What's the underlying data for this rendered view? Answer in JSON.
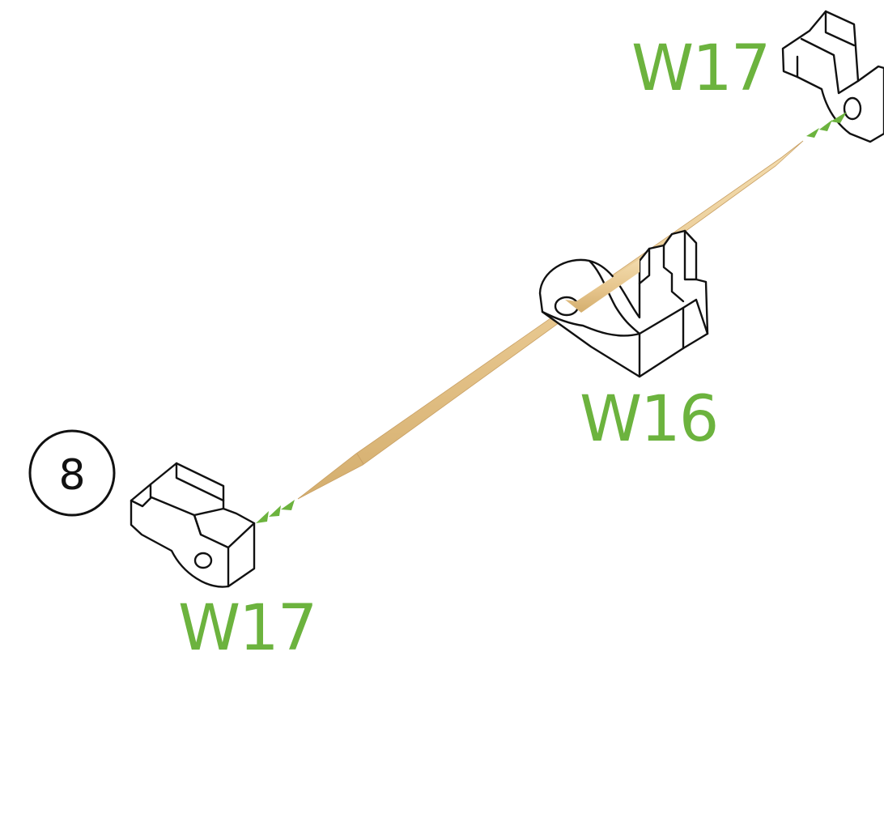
{
  "step": {
    "number": "8"
  },
  "parts": {
    "w17_top": {
      "label": "W17"
    },
    "w16": {
      "label": "W16"
    },
    "w17_bottom": {
      "label": "W17"
    }
  },
  "colors": {
    "label": "#6cb33e",
    "arrow": "#6cb33e",
    "outline": "#111111",
    "toothpick": "#e8c994"
  },
  "icons": {
    "toothpick": "toothpick",
    "arrows": "chevron-right-icon"
  }
}
